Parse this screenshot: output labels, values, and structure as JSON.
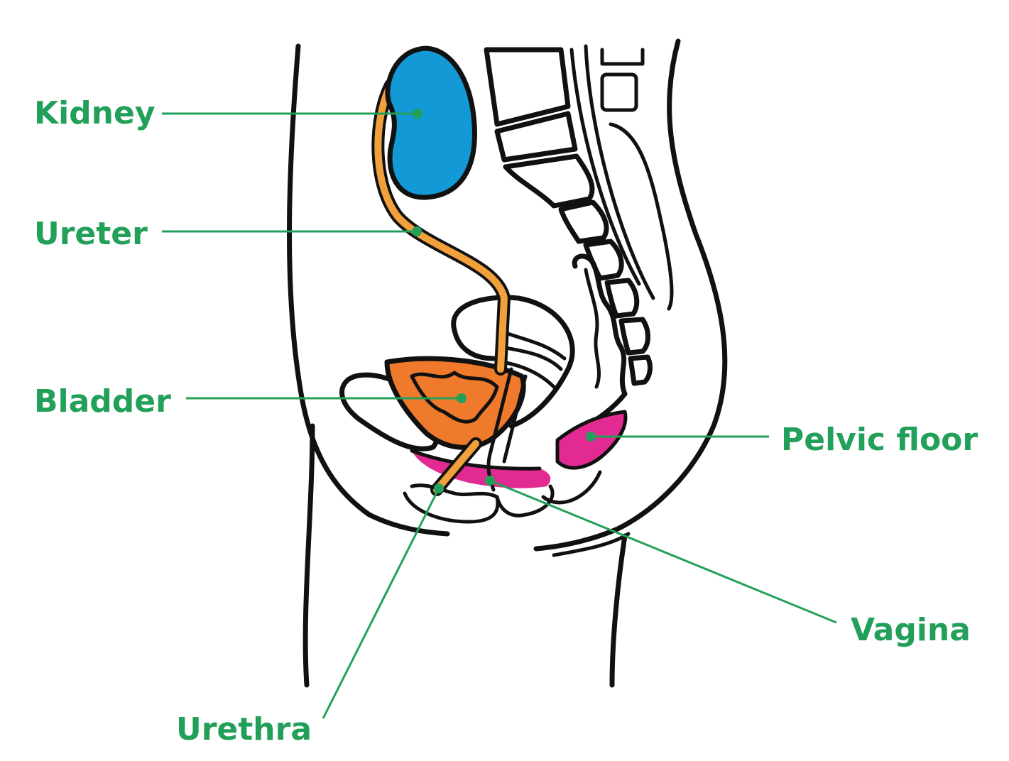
{
  "colors": {
    "label": "#22a05a",
    "kidney": "#1399d6",
    "ureter": "#f2a03b",
    "bladder": "#ef7a2c",
    "pelvic_floor": "#e22a92",
    "outline": "#111111"
  },
  "labels": {
    "kidney": "Kidney",
    "ureter": "Ureter",
    "bladder": "Bladder",
    "pelvic_floor": "Pelvic floor",
    "vagina": "Vagina",
    "urethra": "Urethra"
  },
  "icons": {
    "illustration": "female-pelvis-side-view-illustration"
  }
}
